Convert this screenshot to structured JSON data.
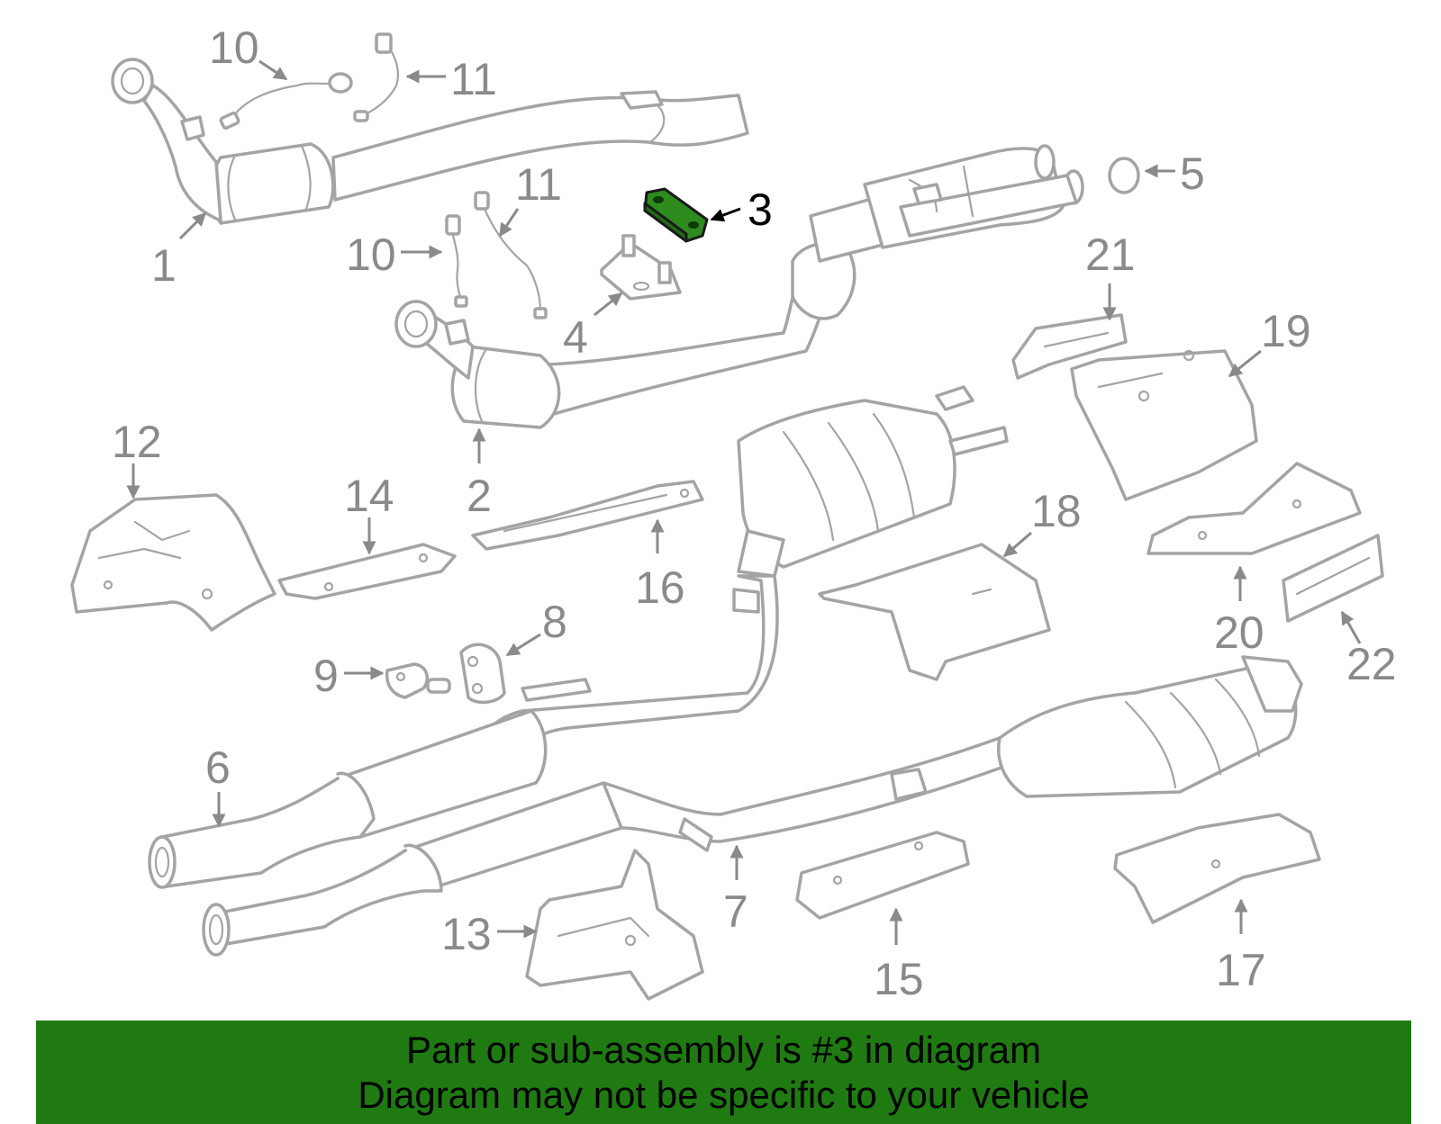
{
  "diagram": {
    "highlighted_part": "3",
    "highlight_color": "#2e8b1e",
    "line_color": "#a4a4a4",
    "callouts": {
      "c1": "1",
      "c2": "2",
      "c3": "3",
      "c4": "4",
      "c5": "5",
      "c6": "6",
      "c7": "7",
      "c8": "8",
      "c9": "9",
      "c10a": "10",
      "c10b": "10",
      "c11a": "11",
      "c11b": "11",
      "c12": "12",
      "c13": "13",
      "c14": "14",
      "c15": "15",
      "c16": "16",
      "c17": "17",
      "c18": "18",
      "c19": "19",
      "c20": "20",
      "c21": "21",
      "c22": "22"
    }
  },
  "banner": {
    "line1": "Part or sub-assembly is #3 in diagram",
    "line2": "Diagram may not be specific to your vehicle",
    "background": "#1f7a12"
  }
}
